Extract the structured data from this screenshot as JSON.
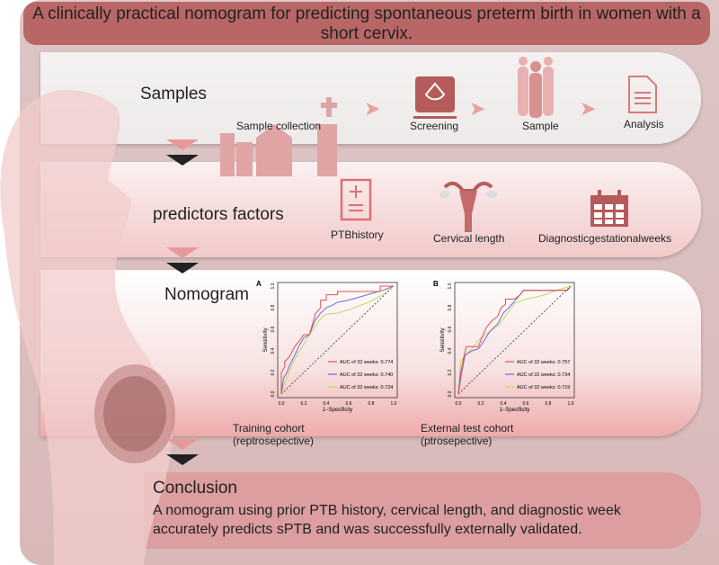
{
  "title": "A clinically practical nomogram for predicting spontaneous preterm birth in women with a short cervix.",
  "samples": {
    "heading": "Samples",
    "steps": [
      "Sample collection",
      "Screening",
      "Sample",
      "Analysis"
    ]
  },
  "predictors": {
    "heading": "predictors  factors",
    "items": [
      "PTBhistory",
      "Cervical length",
      "Diagnosticgestationalweeks"
    ]
  },
  "nomogram": {
    "heading": "Nomogram",
    "cohorts": [
      "Training cohort\n(reptrosepective)",
      "External test cohort\n(ptrosepective)"
    ],
    "cohort_lines": [
      [
        "Training cohort",
        "(reptrosepective)"
      ],
      [
        "External test cohort",
        "(ptrosepective)"
      ]
    ]
  },
  "conclusion": {
    "heading": "Conclusion",
    "text_lines": [
      "A nomogram using prior PTB history, cervical length, and diagnostic week",
      "accurately predicts sPTB and was successfully externally validated."
    ]
  },
  "colors": {
    "accent": "#b86666",
    "icon": "#c96a6a"
  },
  "chart_data": [
    {
      "type": "line",
      "panel": "A",
      "xlabel": "1−Specificity",
      "ylabel": "Sensitivity",
      "xlim": [
        0,
        1
      ],
      "ylim": [
        0,
        1
      ],
      "ticks": [
        "0.0",
        "0.2",
        "0.4",
        "0.6",
        "0.8",
        "1.0"
      ],
      "series": [
        {
          "name": "AUC of 32 weeks: 0.774",
          "color": "#e05050",
          "x": [
            0,
            0,
            0.03,
            0.03,
            0.06,
            0.09,
            0.12,
            0.15,
            0.2,
            0.25,
            0.3,
            0.3,
            0.35,
            0.35,
            0.4,
            0.4,
            0.5,
            0.5,
            0.88,
            0.88,
            1
          ],
          "y": [
            0,
            0.2,
            0.25,
            0.3,
            0.33,
            0.38,
            0.44,
            0.48,
            0.55,
            0.55,
            0.73,
            0.74,
            0.8,
            0.87,
            0.87,
            0.92,
            0.92,
            0.95,
            0.95,
            1,
            1
          ]
        },
        {
          "name": "AUC of 32 weeks: 0.740",
          "color": "#6a6ae0",
          "x": [
            0,
            0.02,
            0.05,
            0.08,
            0.12,
            0.16,
            0.2,
            0.25,
            0.3,
            0.35,
            0.4,
            0.45,
            0.5,
            0.6,
            0.7,
            0.8,
            0.9,
            1
          ],
          "y": [
            0,
            0.15,
            0.2,
            0.28,
            0.36,
            0.45,
            0.52,
            0.55,
            0.68,
            0.75,
            0.8,
            0.82,
            0.85,
            0.87,
            0.9,
            0.93,
            0.96,
            1
          ]
        },
        {
          "name": "AUC of 32 weeks: 0.724",
          "color": "#b8e05a",
          "x": [
            0,
            0.02,
            0.06,
            0.1,
            0.15,
            0.2,
            0.25,
            0.3,
            0.35,
            0.4,
            0.5,
            0.6,
            0.7,
            0.8,
            0.9,
            1
          ],
          "y": [
            0,
            0.08,
            0.18,
            0.28,
            0.38,
            0.46,
            0.55,
            0.62,
            0.7,
            0.74,
            0.75,
            0.78,
            0.82,
            0.86,
            0.92,
            1
          ]
        }
      ]
    },
    {
      "type": "line",
      "panel": "B",
      "xlabel": "1−Specificity",
      "ylabel": "Sensitivity",
      "xlim": [
        0,
        1
      ],
      "ylim": [
        0,
        1
      ],
      "ticks": [
        "0.0",
        "0.2",
        "0.4",
        "0.6",
        "0.8",
        "1.0"
      ],
      "series": [
        {
          "name": "AUC of 32 weeks: 0.757",
          "color": "#e05050",
          "x": [
            0,
            0.02,
            0.05,
            0.07,
            0.18,
            0.2,
            0.25,
            0.3,
            0.35,
            0.38,
            0.42,
            0.42,
            0.5,
            0.55,
            0.58,
            0.97,
            1
          ],
          "y": [
            0,
            0.2,
            0.35,
            0.44,
            0.44,
            0.5,
            0.62,
            0.68,
            0.72,
            0.8,
            0.83,
            0.88,
            0.88,
            0.92,
            0.96,
            0.96,
            1
          ]
        },
        {
          "name": "AUC of 32 weeks: 0.734",
          "color": "#6a6ae0",
          "x": [
            0,
            0.03,
            0.06,
            0.12,
            0.18,
            0.22,
            0.28,
            0.35,
            0.4,
            0.45,
            0.5,
            0.58,
            0.7,
            0.97,
            1
          ],
          "y": [
            0,
            0.2,
            0.36,
            0.4,
            0.42,
            0.48,
            0.58,
            0.65,
            0.75,
            0.8,
            0.86,
            0.96,
            0.96,
            0.96,
            1
          ]
        },
        {
          "name": "AUC of 32 weeks: 0.719",
          "color": "#b8e05a",
          "x": [
            0,
            0.02,
            0.06,
            0.12,
            0.2,
            0.28,
            0.35,
            0.42,
            0.5,
            0.6,
            0.7,
            0.8,
            0.9,
            1
          ],
          "y": [
            0,
            0.3,
            0.36,
            0.42,
            0.52,
            0.58,
            0.63,
            0.72,
            0.84,
            0.88,
            0.9,
            0.93,
            0.97,
            1
          ]
        }
      ]
    }
  ]
}
